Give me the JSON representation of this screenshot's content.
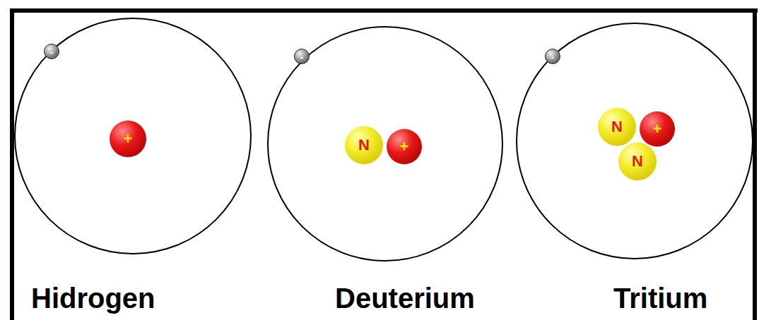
{
  "diagram": {
    "nodes": [
      {
        "text": [
          "Hidrogen"
        ]
      },
      {
        "text": [
          "-"
        ],
        "in": 0
      },
      {
        "text": [
          "+"
        ],
        "in": 0
      },
      {
        "text": [
          "Deuterium"
        ]
      },
      {
        "text": [
          "-"
        ],
        "in": 3
      },
      {
        "text": [
          "N"
        ],
        "in": 3
      },
      {
        "text": [
          "+"
        ],
        "in": 3
      },
      {
        "text": [
          "Tritium"
        ]
      },
      {
        "text": [
          "-"
        ],
        "in": 7
      },
      {
        "text": [
          "N"
        ],
        "in": 7
      },
      {
        "text": [
          "+"
        ],
        "in": 7
      },
      {
        "text": [
          "N"
        ],
        "in": 7
      }
    ]
  }
}
